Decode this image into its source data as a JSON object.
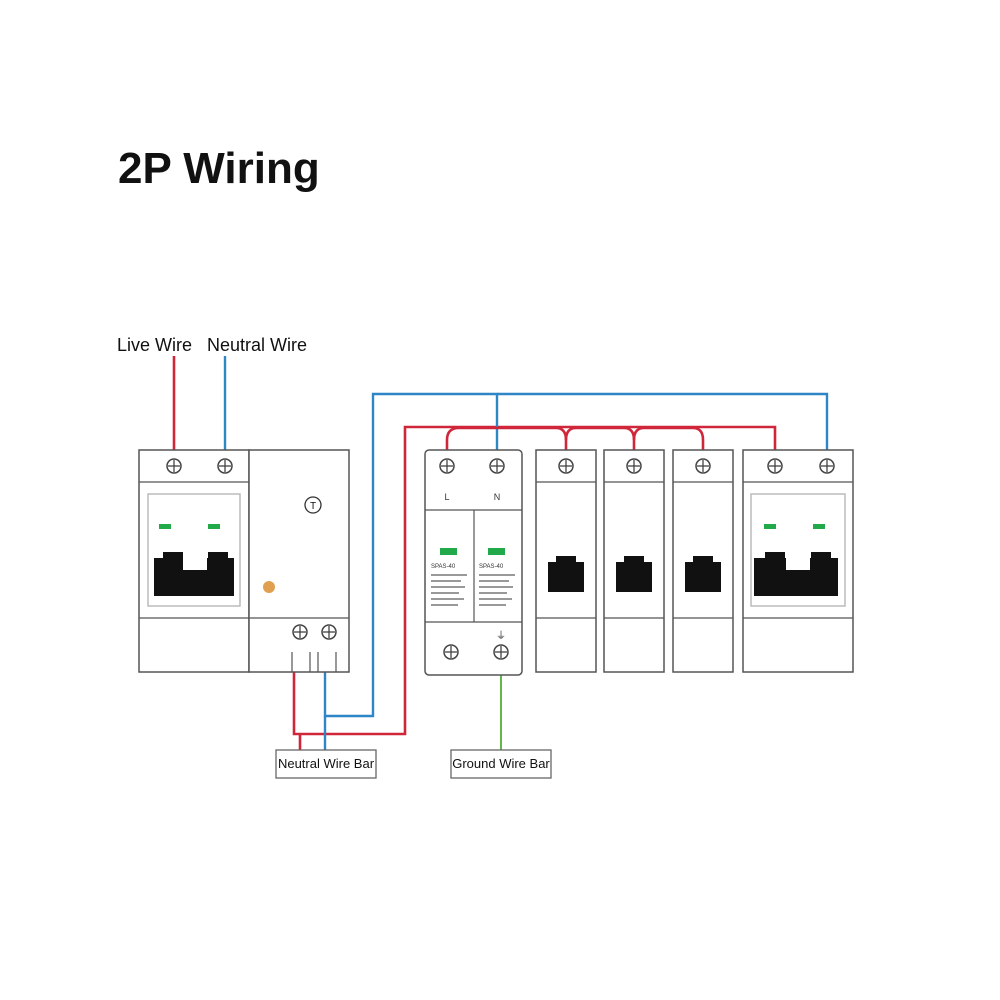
{
  "title": "2P Wiring",
  "labels": {
    "live_wire": "Live Wire",
    "neutral_wire": "Neutral Wire",
    "neutral_wire_bar": "Neutral Wire Bar",
    "ground_wire_bar": "Ground Wire Bar"
  },
  "rcd": {
    "test_button": "T"
  },
  "spd": {
    "terminal_l": "L",
    "terminal_n": "N",
    "module_left_model": "SPAS-40",
    "module_right_model": "SPAS-40",
    "ground_symbol": "⏚"
  },
  "colors": {
    "live": "#d0263a",
    "neutral": "#2f86c6",
    "ground": "#62b64a",
    "indicator": "#21a94a",
    "test_dot": "#e0a050"
  },
  "breakers": [
    {
      "poles": 2
    },
    {
      "poles": 1
    },
    {
      "poles": 1
    },
    {
      "poles": 1
    },
    {
      "poles": 2
    }
  ]
}
